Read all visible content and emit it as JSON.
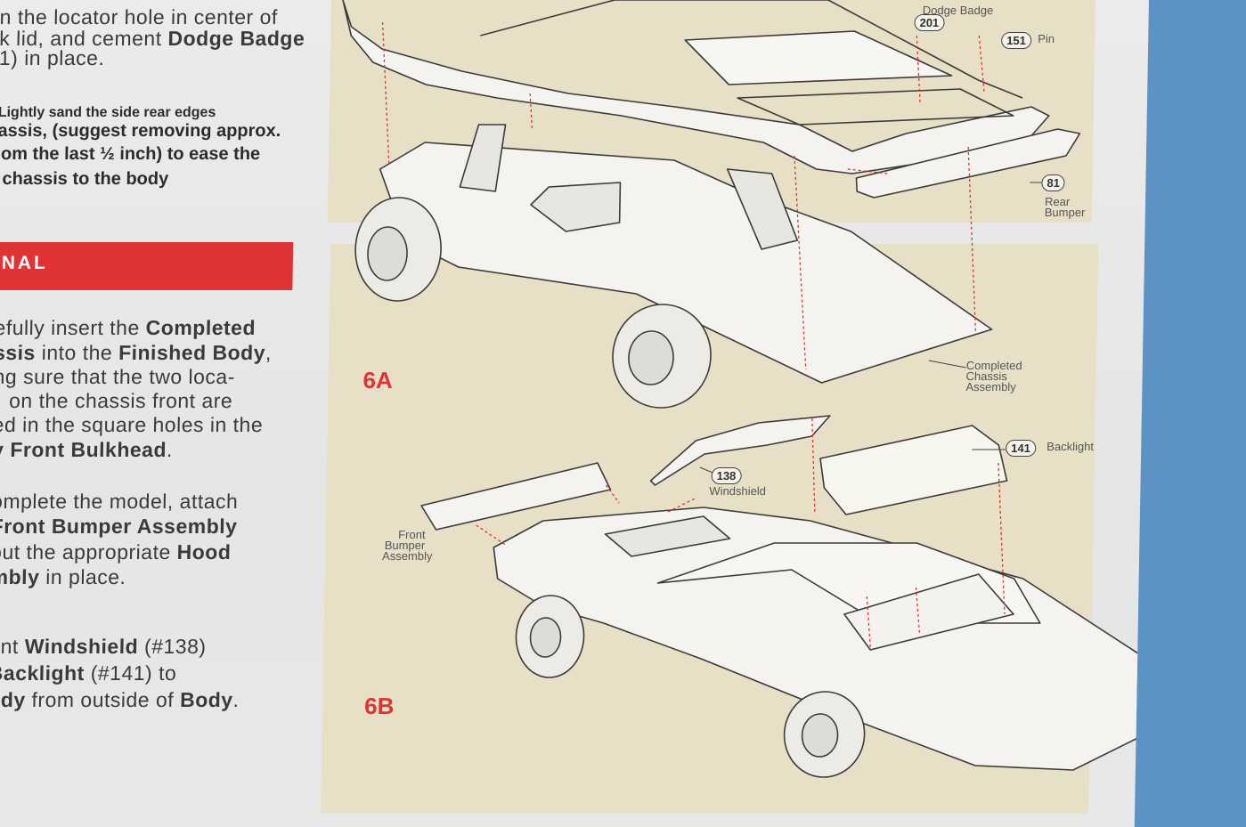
{
  "instructions": {
    "line1a": "n the locator hole in center of",
    "line1b": "k lid, and cement ",
    "line1b_bold": "Dodge Badge",
    "line1c": "1) in place.",
    "step_sand_1": "Lightly sand the side rear edges",
    "step_sand_2": "assis, (suggest removing approx.",
    "step_sand_3": "om the last ½ inch) to ease the",
    "step_sand_4": "chassis to the body",
    "banner": "INAL",
    "p1_1a": "efully insert the ",
    "p1_1b": "Completed",
    "p1_2a": "ssis",
    "p1_2b": " into the ",
    "p1_2c": "Finished Body",
    "p1_2d": ",",
    "p1_3": "ng sure that the two loca-",
    "p1_4": "on the chassis front are",
    "p1_5": "ed in the square holes in the",
    "p1_6a": "y Front Bulkhead",
    "p1_6b": ".",
    "p2_1": "omplete the model, attach",
    "p2_2": "Front Bumper Assembly",
    "p2_3a": "out the appropriate ",
    "p2_3b": "Hood",
    "p2_4a": "mbly",
    "p2_4b": " in place.",
    "p3_1a": "ent ",
    "p3_1b": "Windshield",
    "p3_1c": " (#138)",
    "p3_2a": "Backlight",
    "p3_2b": " (#141) to",
    "p3_3a": "ody",
    "p3_3b": " from outside of ",
    "p3_3c": "Body",
    "p3_3d": "."
  },
  "diagram": {
    "step_6a": "6A",
    "step_6b": "6B",
    "parts": {
      "dodge_badge_label": "Dodge Badge",
      "dodge_badge_num": "201",
      "pin_num": "151",
      "pin_label": "Pin",
      "rear_bumper_num": "81",
      "rear_bumper_label_1": "Rear",
      "rear_bumper_label_2": "Bumper",
      "chassis_label_1": "Completed",
      "chassis_label_2": "Chassis",
      "chassis_label_3": "Assembly",
      "windshield_num": "138",
      "windshield_label": "Windshield",
      "backlight_num": "141",
      "backlight_label": "Backlight",
      "front_bumper_label_1": "Front",
      "front_bumper_label_2": "Bumper",
      "front_bumper_label_3": "Assembly"
    }
  },
  "colors": {
    "accent_red": "#e03335",
    "panel_beige": "#e7dfc6",
    "background_blue": "#5d93c4"
  }
}
